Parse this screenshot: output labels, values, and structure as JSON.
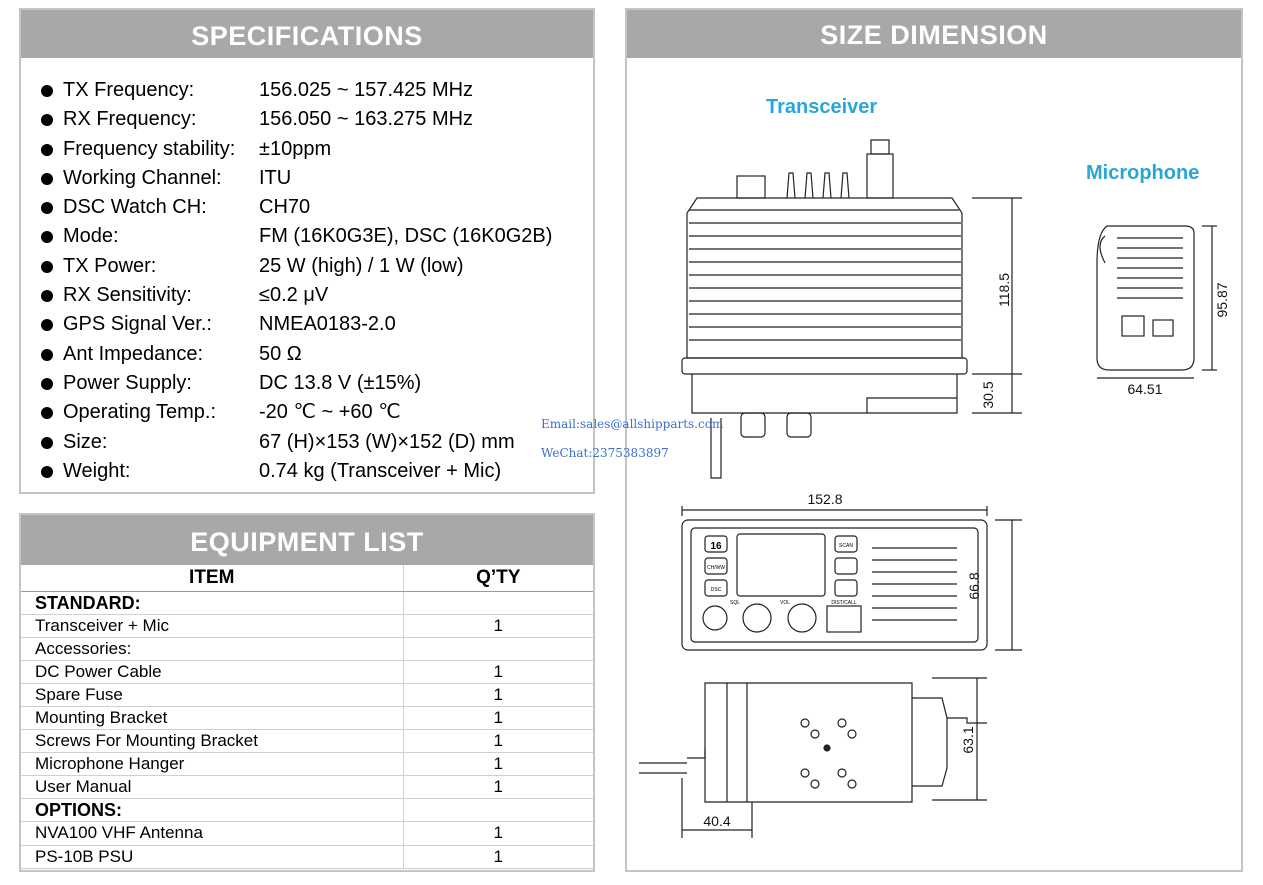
{
  "specifications": {
    "title": "SPECIFICATIONS",
    "rows": [
      {
        "label": "TX Frequency:",
        "value": "156.025 ~ 157.425 MHz"
      },
      {
        "label": "RX Frequency:",
        "value": "156.050 ~ 163.275 MHz"
      },
      {
        "label": "Frequency stability:",
        "value": "±10ppm"
      },
      {
        "label": "Working Channel:",
        "value": "ITU"
      },
      {
        "label": "DSC Watch CH:",
        "value": "CH70"
      },
      {
        "label": "Mode:",
        "value": "FM (16K0G3E), DSC (16K0G2B)"
      },
      {
        "label": "TX Power:",
        "value": "25 W (high) / 1 W (low)"
      },
      {
        "label": "RX Sensitivity:",
        "value": "≤0.2 μV"
      },
      {
        "label": "GPS Signal Ver.:",
        "value": "NMEA0183-2.0"
      },
      {
        "label": "Ant Impedance:",
        "value": "50 Ω"
      },
      {
        "label": "Power Supply:",
        "value": "DC 13.8 V (±15%)"
      },
      {
        "label": "Operating Temp.:",
        "value": "-20 ℃ ~ +60 ℃"
      },
      {
        "label": "Size:",
        "value": "67 (H)×153 (W)×152 (D) mm"
      },
      {
        "label": "Weight:",
        "value": "0.74 kg (Transceiver + Mic)"
      }
    ]
  },
  "equipment": {
    "title": "EQUIPMENT LIST",
    "col_item": "ITEM",
    "col_qty": "Q’TY",
    "rows": [
      {
        "name": "STANDARD:",
        "qty": "",
        "section": true
      },
      {
        "name": "Transceiver + Mic",
        "qty": "1"
      },
      {
        "name": "Accessories:",
        "qty": ""
      },
      {
        "name": "DC Power Cable",
        "qty": "1"
      },
      {
        "name": "Spare Fuse",
        "qty": "1"
      },
      {
        "name": "Mounting Bracket",
        "qty": "1"
      },
      {
        "name": "Screws For Mounting Bracket",
        "qty": "1"
      },
      {
        "name": "Microphone Hanger",
        "qty": "1"
      },
      {
        "name": "User Manual",
        "qty": "1"
      },
      {
        "name": "OPTIONS:",
        "qty": "",
        "section": true
      },
      {
        "name": "NVA100 VHF Antenna",
        "qty": "1"
      },
      {
        "name": "PS-10B PSU",
        "qty": "1"
      }
    ]
  },
  "size_dimension": {
    "title": "SIZE DIMENSION",
    "transceiver_label": "Transceiver",
    "microphone_label": "Microphone",
    "dims": {
      "height_main": "118.5",
      "height_base": "30.5",
      "width": "152.8",
      "front_height": "66.8",
      "depth_height": "63.1",
      "depth_offset": "40.4",
      "mic_height": "95.87",
      "mic_width": "64.51"
    },
    "front_buttons": {
      "b16": "16",
      "b_chww": "CH/WW",
      "b_dsc": "DSC",
      "b_scan": "SCAN",
      "sql": "SQL",
      "vol": "VOL",
      "dist": "DIST/CALL"
    },
    "accent_color": "#2aa6d6"
  },
  "watermark": {
    "email": "Email:sales@allshipparts.com",
    "wechat": "WeChat:2375383897",
    "color": "#3b6fd0"
  }
}
